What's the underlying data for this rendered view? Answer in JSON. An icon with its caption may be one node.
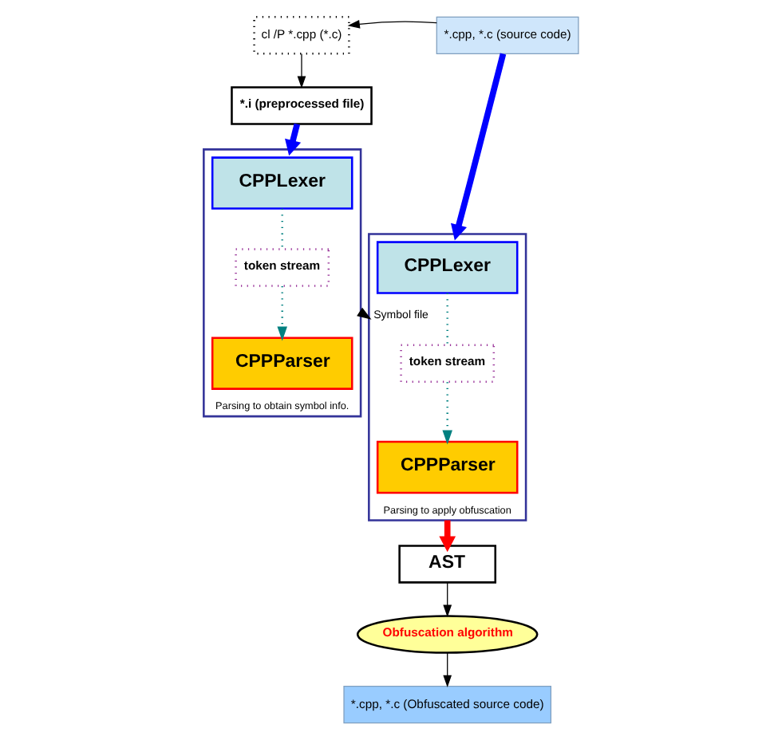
{
  "diagram": {
    "nodes": [
      {
        "text": [
          "cl /P *.cpp (*.c)"
        ]
      },
      {
        "text": [
          "*.cpp, *.c (source code)"
        ]
      },
      {
        "text": [
          "*.i (preprocessed file)"
        ]
      },
      {
        "text": [
          "Parsing to obtain symbol info."
        ]
      },
      {
        "text": [
          "CPPLexer"
        ],
        "in": 3
      },
      {
        "text": [
          "token stream"
        ],
        "in": 3
      },
      {
        "text": [
          "CPPParser"
        ],
        "in": 3
      },
      {
        "text": [
          "Parsing to apply obfuscation"
        ]
      },
      {
        "text": [
          "CPPLexer"
        ],
        "in": 7
      },
      {
        "text": [
          "token stream"
        ],
        "in": 7
      },
      {
        "text": [
          "CPPParser"
        ],
        "in": 7
      },
      {
        "text": [
          "AST"
        ]
      },
      {
        "text": [
          "Obfuscation algorithm"
        ]
      },
      {
        "text": [
          "*.cpp, *.c (Obfuscated source code)"
        ]
      }
    ],
    "edges": [
      {
        "from": 1,
        "to": 0,
        "arrow": "to"
      },
      {
        "from": 0,
        "to": 2,
        "arrow": "to"
      },
      {
        "from": 2,
        "to": 3,
        "arrow": "to",
        "style": "thick",
        "color": "#0000ff"
      },
      {
        "from": 1,
        "to": 7,
        "arrow": "to",
        "style": "thick",
        "color": "#0000ff"
      },
      {
        "from": 4,
        "to": 5,
        "arrow": "none",
        "style": "dashed",
        "color": "#008080"
      },
      {
        "from": 5,
        "to": 6,
        "arrow": "to",
        "style": "dashed",
        "color": "#008080"
      },
      {
        "from": 8,
        "to": 9,
        "arrow": "none",
        "style": "dashed",
        "color": "#008080"
      },
      {
        "from": 9,
        "to": 10,
        "arrow": "to",
        "style": "dashed",
        "color": "#008080"
      },
      {
        "from": 3,
        "to": 7,
        "arrow": "to",
        "style": "dashed",
        "label": "Symbol file"
      },
      {
        "from": 7,
        "to": 11,
        "arrow": "to",
        "style": "thick",
        "color": "#ff0000"
      },
      {
        "from": 11,
        "to": 12,
        "arrow": "to"
      },
      {
        "from": 12,
        "to": 13,
        "arrow": "to"
      }
    ]
  }
}
